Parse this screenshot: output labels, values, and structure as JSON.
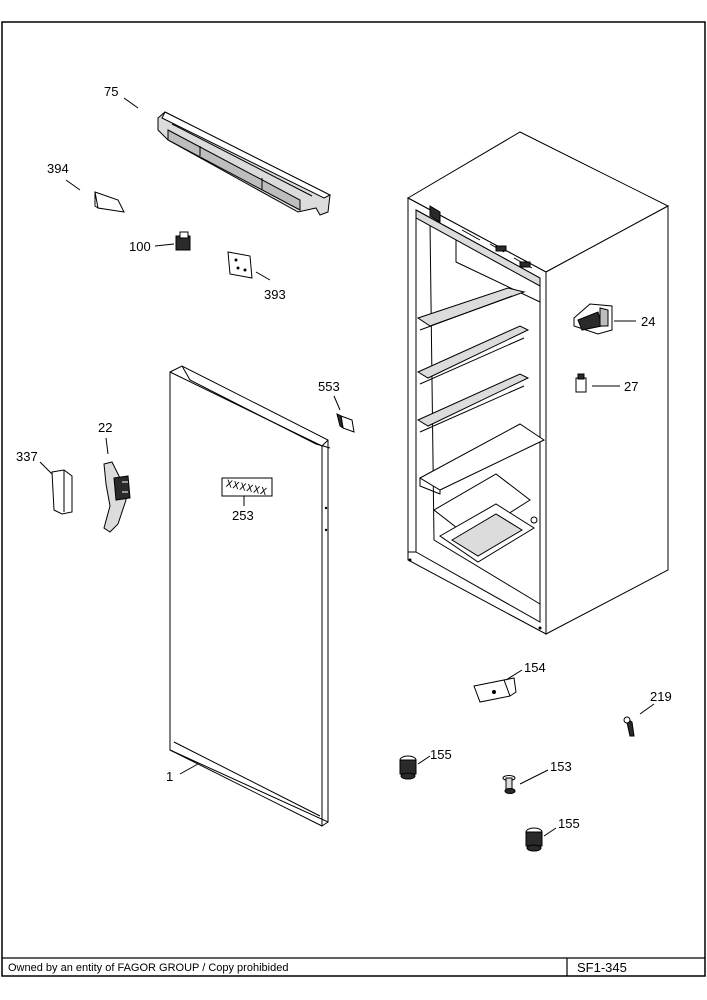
{
  "footer": {
    "ownership_text": "Owned by an entity of FAGOR GROUP / Copy prohibided",
    "drawing_code": "SF1-345"
  },
  "label_texts": {
    "l75": "75",
    "l394": "394",
    "l100": "100",
    "l393": "393",
    "l24": "24",
    "l27": "27",
    "l553": "553",
    "l22": "22",
    "l337": "337",
    "l253": "253",
    "l1": "1",
    "l154": "154",
    "l219": "219",
    "l155a": "155",
    "l153": "153",
    "l155b": "155"
  },
  "sticker_text": "XXXXXX"
}
